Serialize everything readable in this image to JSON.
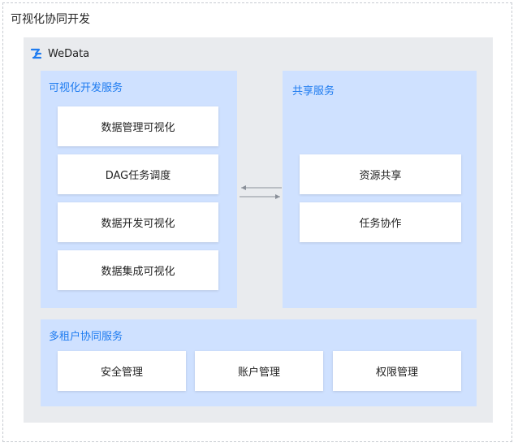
{
  "outer_title": "可视化协同开发",
  "brand": {
    "name": "WeData",
    "icon": "wedata-logo-icon"
  },
  "colors": {
    "accent": "#1f7cf0",
    "panel": "#cfe1ff",
    "platform": "#e9ebee"
  },
  "panels": {
    "visual_dev": {
      "title": "可视化开发服务",
      "items": [
        "数据管理可视化",
        "DAG任务调度",
        "数据开发可视化",
        "数据集成可视化"
      ]
    },
    "shared": {
      "title": "共享服务",
      "items": [
        "资源共享",
        "任务协作"
      ]
    },
    "multi_tenant": {
      "title": "多租户协同服务",
      "items": [
        "安全管理",
        "账户管理",
        "权限管理"
      ]
    }
  }
}
